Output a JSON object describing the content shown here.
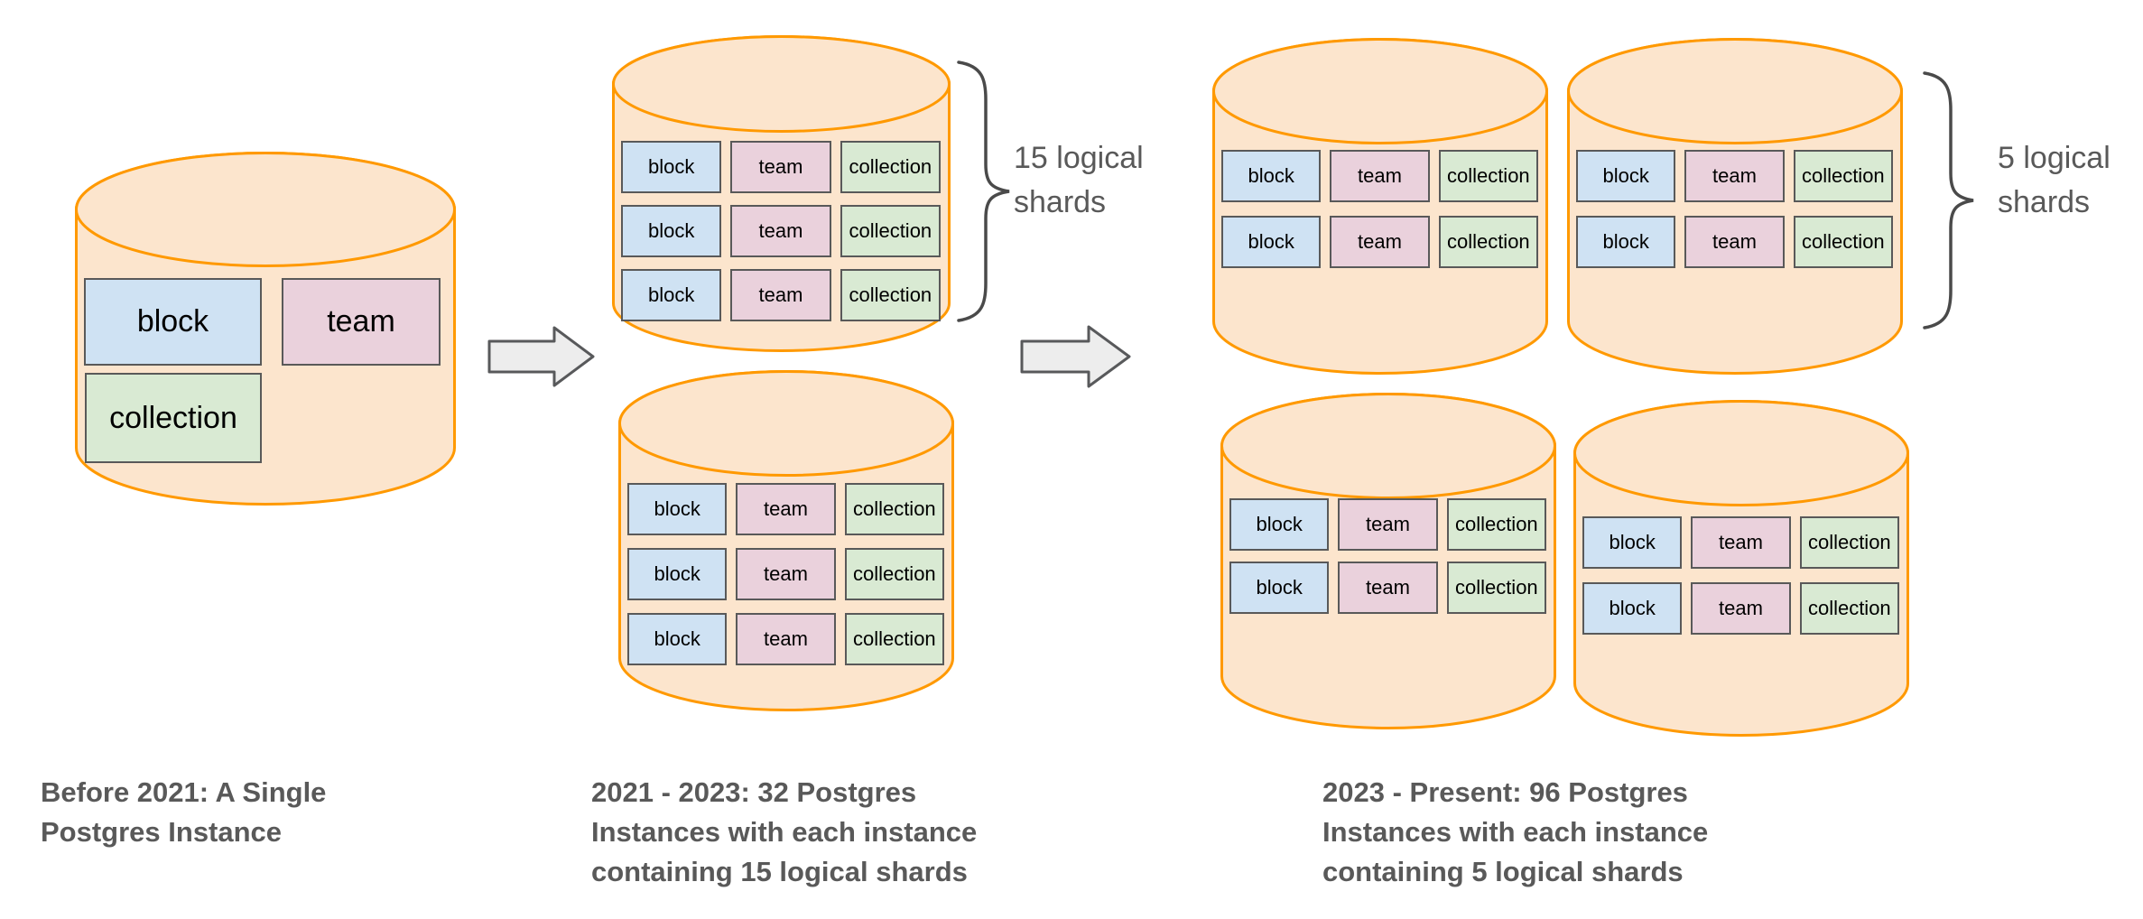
{
  "diagram": {
    "tables": {
      "block": "block",
      "team": "team",
      "collection": "collection"
    },
    "stages": [
      {
        "name": "before-2021",
        "caption": "Before 2021: A Single\nPostgres Instance",
        "cylinders_drawn": 1
      },
      {
        "name": "2021-2023",
        "caption": "2021 - 2023: 32 Postgres\nInstances with each instance\ncontaining 15 logical shards",
        "brace_label": "15 logical\nshards",
        "cylinders_drawn": 2,
        "shard_rows_drawn_per_cylinder": 3
      },
      {
        "name": "2023-present",
        "caption": "2023 - Present: 96 Postgres\nInstances with each instance\ncontaining 5 logical shards",
        "brace_label": "5 logical\nshards",
        "cylinders_drawn": 4,
        "shard_rows_drawn_per_cylinder": 2
      }
    ],
    "colors": {
      "cylinder_fill": "#FCE5CD",
      "cylinder_stroke": "#FF9900",
      "block_fill": "#CFE2F3",
      "team_fill": "#EAD1DC",
      "collection_fill": "#D9EAD3",
      "cell_stroke": "#595959",
      "arrow_fill": "#EDEDED",
      "arrow_stroke": "#58595B",
      "brace_stroke": "#4a4a4a",
      "text_color": "#595959"
    }
  }
}
